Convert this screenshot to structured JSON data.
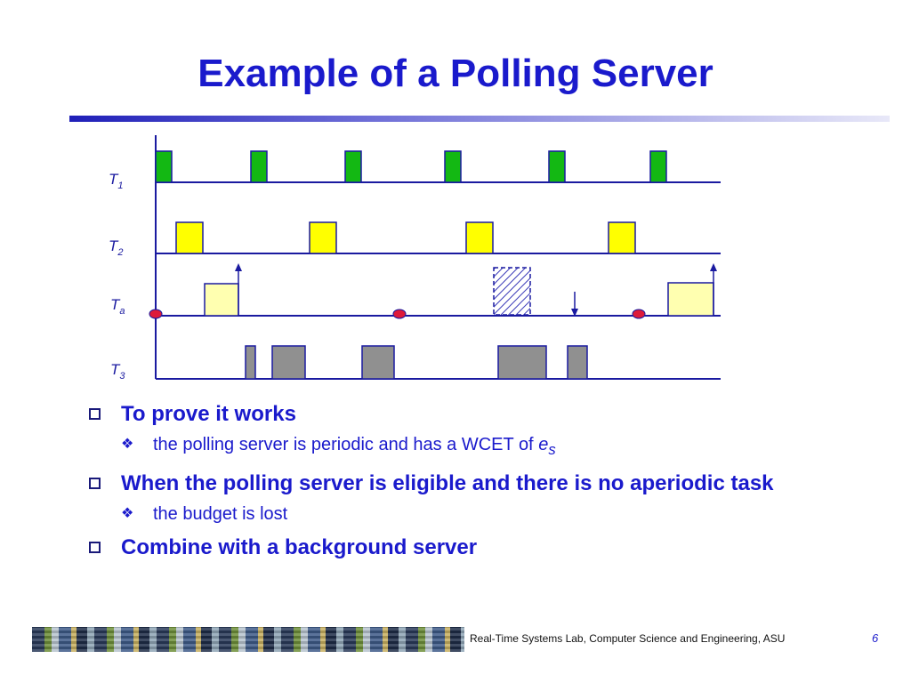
{
  "slide": {
    "title": "Example of a Polling Server",
    "page_number": "6",
    "footer": "Real-Time Systems Lab, Computer Science and Engineering, ASU"
  },
  "diagram": {
    "rows": [
      {
        "label": "T",
        "sub": "1"
      },
      {
        "label": "T",
        "sub": "2"
      },
      {
        "label": "T",
        "sub": "a"
      },
      {
        "label": "T",
        "sub": "3"
      }
    ],
    "colors": {
      "t1": "#13b813",
      "t2": "#ffff00",
      "ta": "#ffffb0",
      "t3": "#909090",
      "axis": "#1a1aa0",
      "event": "#dd1a3a"
    }
  },
  "bullets": [
    {
      "text": "To prove it works",
      "sub": [
        {
          "pre": "the polling server is periodic and has a WCET of ",
          "var": "e",
          "varsub": "s"
        }
      ]
    },
    {
      "text": "When the polling server is eligible and there is no aperiodic task",
      "sub": [
        {
          "pre": "the budget is lost",
          "var": "",
          "varsub": ""
        }
      ]
    },
    {
      "text": "Combine with a background server",
      "sub": []
    }
  ]
}
